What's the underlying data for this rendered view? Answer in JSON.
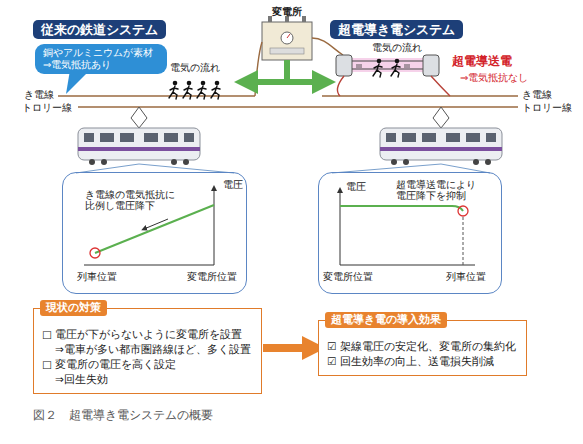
{
  "diagram": {
    "caption": "図２　超電導き電システムの概要",
    "nodes": [
      {
        "text": [
          "従来の鉄道システム"
        ]
      },
      {
        "text": [
          "超電導き電システム"
        ]
      },
      {
        "text": [
          "変電所"
        ]
      },
      {
        "text": [
          "銅やアルミニウムが素材 ⇒電気抵抗あり"
        ]
      },
      {
        "text": [
          "電圧",
          "き電線の電気抵抗に 比例し電圧降下",
          "列車位置",
          "変電所位置"
        ]
      },
      {
        "text": [
          "電圧",
          "超電導送電により 電圧降下を抑制",
          "変電所位置",
          "列車位置"
        ]
      },
      {
        "text": [
          "現状の対策",
          "□ 電圧が下がらないように変電所を設置",
          "⇒電車が多い都市圏路線ほど、多く設置",
          "□ 変電所の電圧を高く設定",
          "⇒回生失効"
        ]
      },
      {
        "text": [
          "超電導き電の導入効果",
          "☑ 架線電圧の安定化、変電所の集約化",
          "☑ 回生効率の向上、送電損失削減"
        ]
      }
    ],
    "edges": [
      {
        "from": 6,
        "to": 7,
        "arrow": "to"
      }
    ],
    "labels": [
      "電気の流れ",
      "電気の流れ",
      "超電導送電",
      "⇒電気抵抗なし",
      "き電線",
      "トロリー線",
      "き電線",
      "トロリー線"
    ]
  }
}
